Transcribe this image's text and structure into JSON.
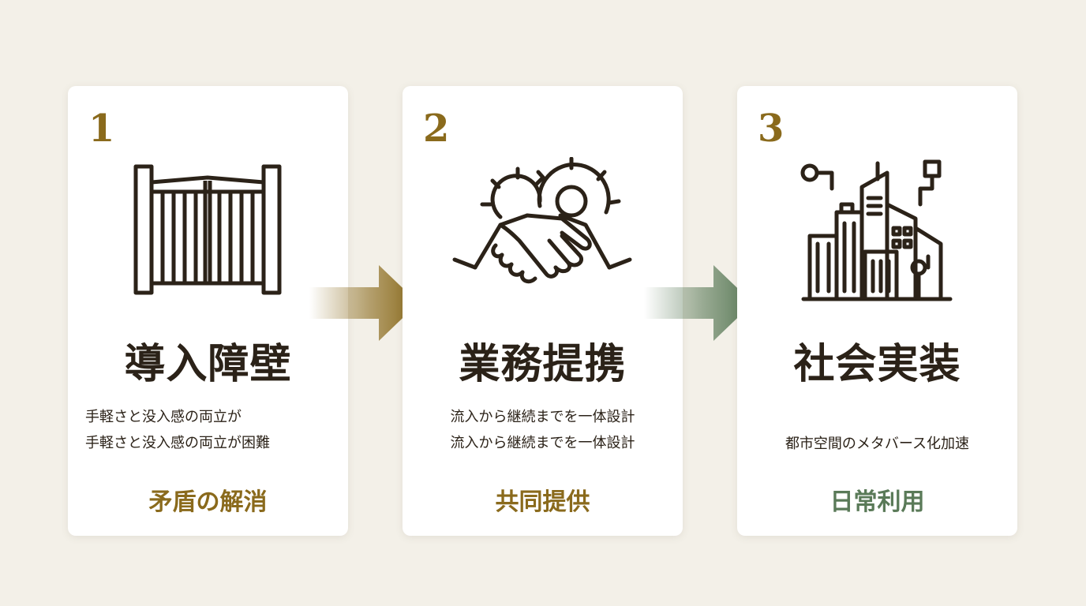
{
  "colors": {
    "gold": "#8a6a1c",
    "green": "#5a7a58",
    "dark": "#2b2218"
  },
  "steps": [
    {
      "number": "1",
      "icon": "gate-icon",
      "title": "導入障壁",
      "desc_lines": [
        "手軽さと没入感の両立が",
        "手軽さと没入感の両立が困難"
      ],
      "result": "矛盾の解消",
      "accent": "#8a6a1c"
    },
    {
      "number": "2",
      "icon": "handshake-gears-icon",
      "title": "業務提携",
      "desc_lines": [
        "流入から継続までを一体設計",
        "流入から継続までを一体設計"
      ],
      "result": "共同提供",
      "accent": "#8a6a1c"
    },
    {
      "number": "3",
      "icon": "smart-city-icon",
      "title": "社会実装",
      "desc_lines": [
        "都市空間のメタバース化加速"
      ],
      "result": "日常利用",
      "accent": "#5a7a58"
    }
  ],
  "arrows": [
    {
      "icon": "arrow-right-icon",
      "color": "#8a6a1c"
    },
    {
      "icon": "arrow-right-icon",
      "color": "#5a7a58"
    }
  ]
}
